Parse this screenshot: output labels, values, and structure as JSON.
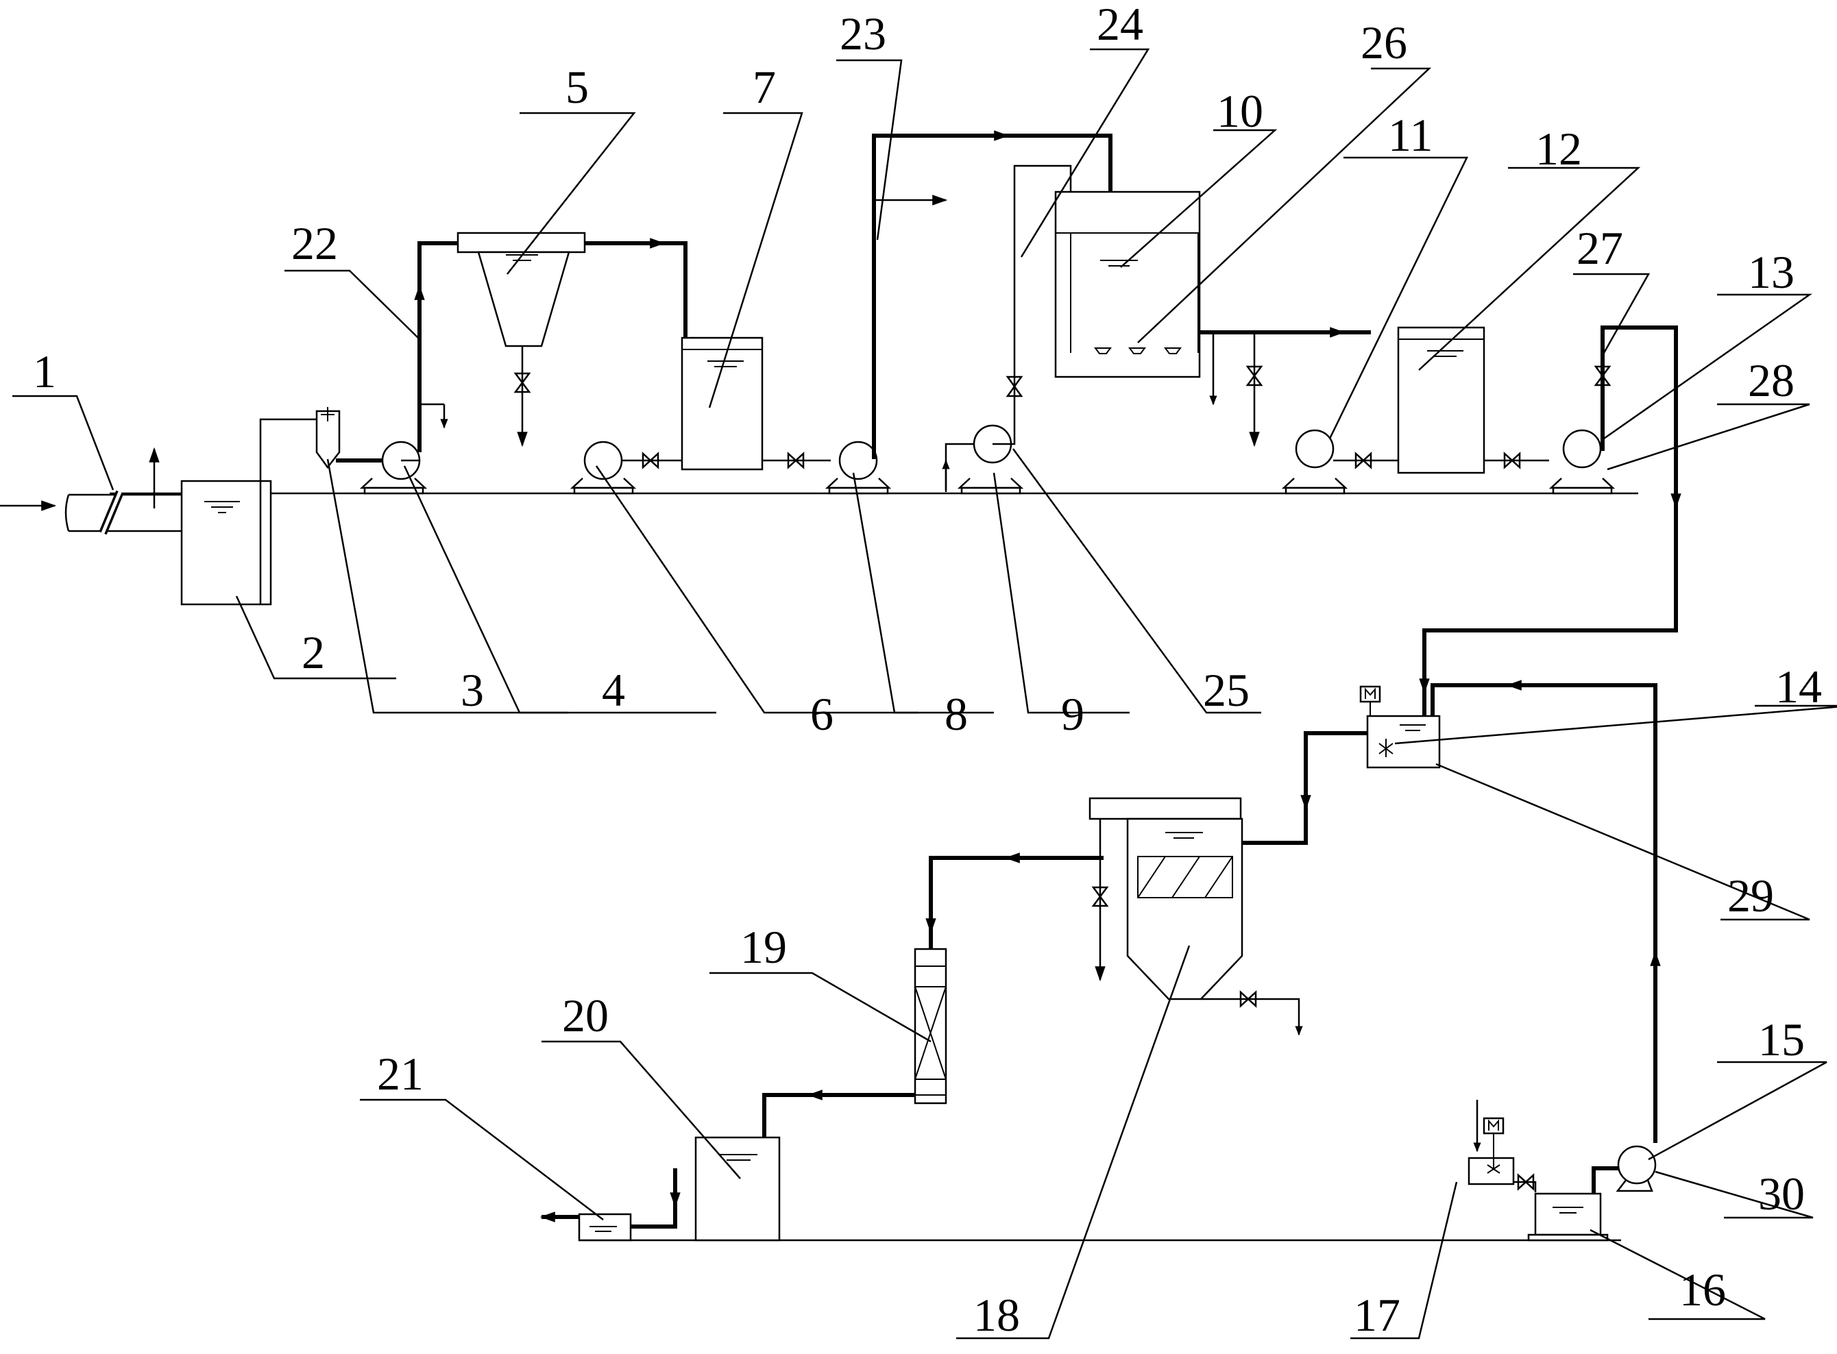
{
  "diagram": {
    "labels": [
      "1",
      "2",
      "3",
      "4",
      "5",
      "6",
      "7",
      "8",
      "9",
      "10",
      "11",
      "12",
      "13",
      "14",
      "15",
      "16",
      "17",
      "18",
      "19",
      "20",
      "21",
      "22",
      "23",
      "24",
      "25",
      "26",
      "27",
      "28",
      "29",
      "30"
    ]
  }
}
